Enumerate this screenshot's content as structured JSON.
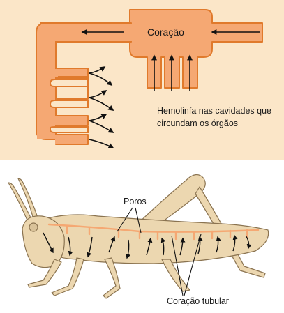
{
  "colors": {
    "panel_background": "#fbe6c8",
    "vessel_fill": "#f5a873",
    "vessel_outline": "#e07a2c",
    "insect_body": "#ecd7b0",
    "insect_outline": "#8a7350",
    "arrow": "#111111"
  },
  "top_diagram": {
    "heart_label": "Coração",
    "hemolymph_label_line1": "Hemolinfa nas cavidades que",
    "hemolymph_label_line2": "circundam os órgãos"
  },
  "bottom_diagram": {
    "pores_label": "Poros",
    "tubular_heart_label": "Coração tubular"
  }
}
